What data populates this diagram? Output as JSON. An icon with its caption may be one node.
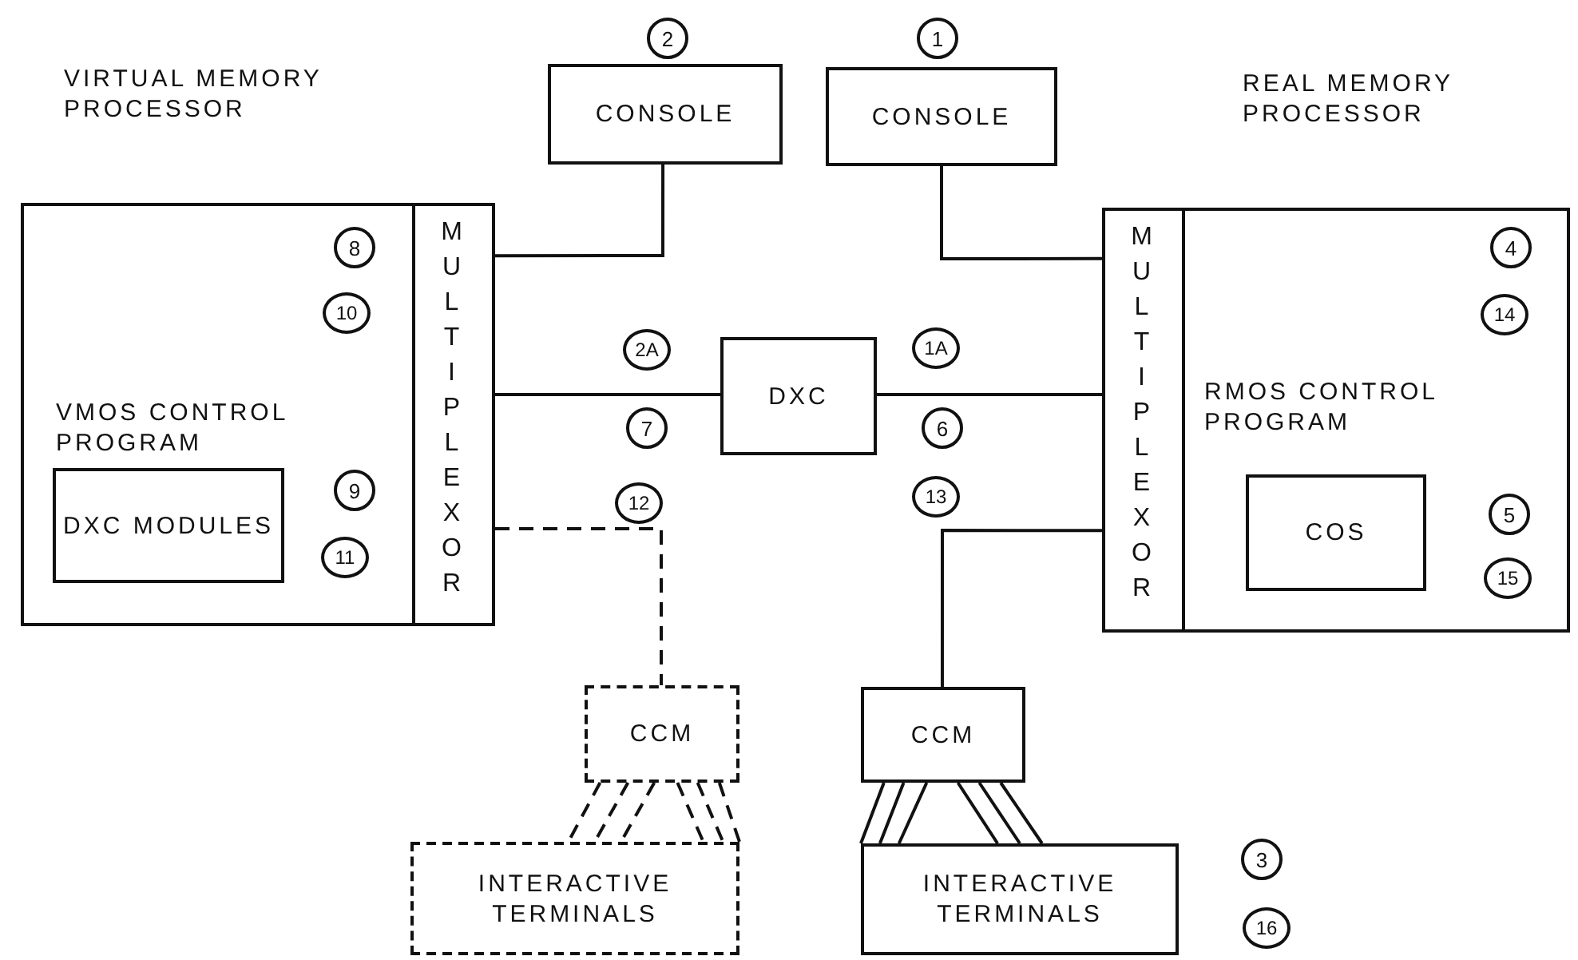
{
  "diagram": {
    "nodes": [
      {
        "text": [
          "VMOS CONTROL PROGRAM"
        ]
      },
      {
        "text": [
          "MULTIPLEXOR"
        ],
        "in": 0
      },
      {
        "text": [
          "DXC MODULES"
        ],
        "in": 0
      },
      {
        "text": [
          "CONSOLE"
        ],
        "beside": [
          "2"
        ]
      },
      {
        "text": [
          "CONSOLE"
        ],
        "beside": [
          "1"
        ]
      },
      {
        "text": [
          "DXC"
        ]
      },
      {
        "text": [
          "RMOS CONTROL PROGRAM"
        ]
      },
      {
        "text": [
          "MULTIPLEXOR"
        ],
        "in": 6
      },
      {
        "text": [
          "COS"
        ],
        "in": 6
      },
      {
        "text": [
          "CCM"
        ]
      },
      {
        "text": [
          "INTERACTIVE TERMINALS"
        ]
      },
      {
        "text": [
          "CCM"
        ]
      },
      {
        "text": [
          "INTERACTIVE TERMINALS"
        ]
      }
    ],
    "edges": [
      {
        "from": 3,
        "to": 1,
        "arrow": "none"
      },
      {
        "from": 4,
        "to": 7,
        "arrow": "none"
      },
      {
        "from": 1,
        "to": 5,
        "arrow": "none"
      },
      {
        "from": 5,
        "to": 7,
        "arrow": "none"
      },
      {
        "from": 1,
        "to": 9,
        "arrow": "none",
        "style": "dashed"
      },
      {
        "from": 7,
        "to": 11,
        "arrow": "none"
      },
      {
        "from": 9,
        "to": 10,
        "arrow": "none",
        "style": "dashed"
      },
      {
        "from": 9,
        "to": 10,
        "arrow": "none",
        "style": "dashed"
      },
      {
        "from": 9,
        "to": 10,
        "arrow": "none",
        "style": "dashed"
      },
      {
        "from": 9,
        "to": 10,
        "arrow": "none",
        "style": "dashed"
      },
      {
        "from": 9,
        "to": 10,
        "arrow": "none",
        "style": "dashed"
      },
      {
        "from": 9,
        "to": 10,
        "arrow": "none",
        "style": "dashed"
      },
      {
        "from": 11,
        "to": 12,
        "arrow": "none"
      },
      {
        "from": 11,
        "to": 12,
        "arrow": "none"
      },
      {
        "from": 11,
        "to": 12,
        "arrow": "none"
      },
      {
        "from": 11,
        "to": 12,
        "arrow": "none"
      },
      {
        "from": 11,
        "to": 12,
        "arrow": "none"
      },
      {
        "from": 11,
        "to": 12,
        "arrow": "none"
      }
    ],
    "labels": [
      "VIRTUAL MEMORY PROCESSOR",
      "REAL MEMORY PROCESSOR",
      "8",
      "4",
      "10",
      "14",
      "2A",
      "1A",
      "7",
      "6",
      "9",
      "12",
      "13",
      "5",
      "11",
      "15",
      "3",
      "16"
    ]
  }
}
